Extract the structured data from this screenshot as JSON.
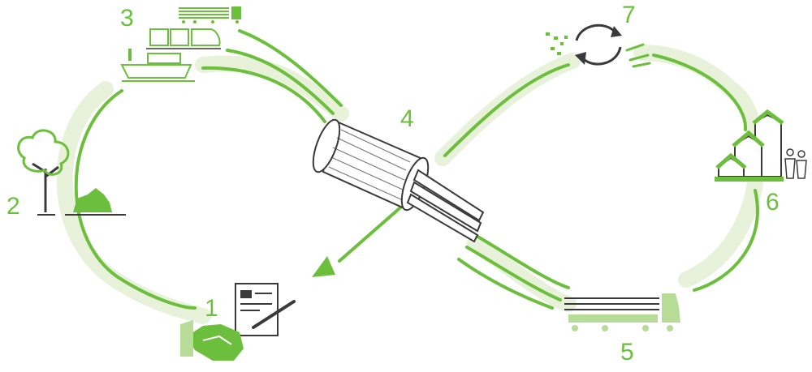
{
  "colors": {
    "primary": "#6cbf3c",
    "light": "#e8f2da",
    "dark": "#3a3a3a",
    "white": "#ffffff"
  },
  "steps": [
    {
      "number": "1",
      "icon": "handshake-contract-icon"
    },
    {
      "number": "2",
      "icon": "tree-harvest-icon"
    },
    {
      "number": "3",
      "icon": "transport-ship-train-truck-icon"
    },
    {
      "number": "4",
      "icon": "pipe-manufacturing-icon"
    },
    {
      "number": "5",
      "icon": "truck-delivery-icon"
    },
    {
      "number": "6",
      "icon": "buildings-family-icon"
    },
    {
      "number": "7",
      "icon": "recycle-icon"
    }
  ]
}
